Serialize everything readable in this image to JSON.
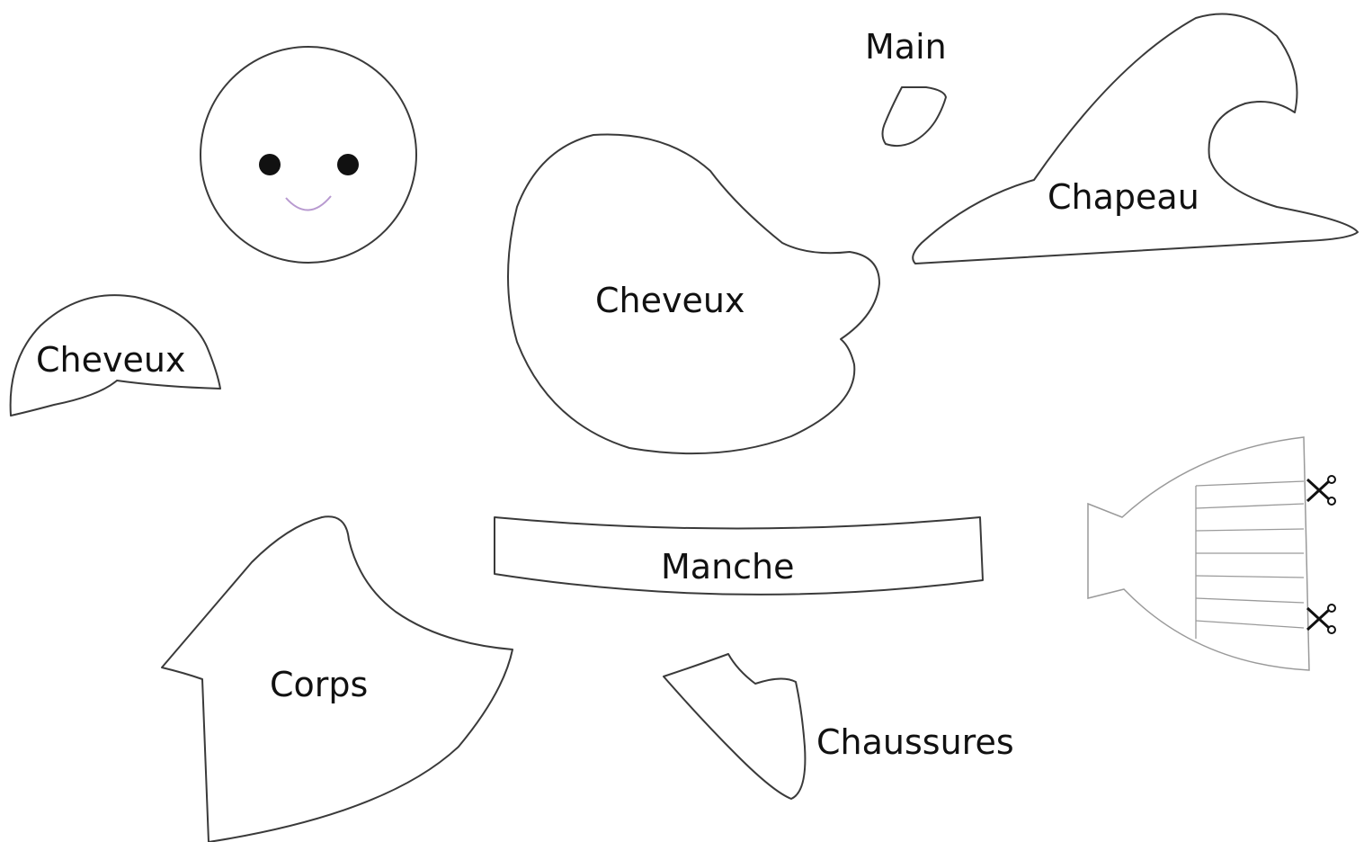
{
  "labels": {
    "main": "Main",
    "chapeau": "Chapeau",
    "cheveux_large": "Cheveux",
    "cheveux_small": "Cheveux",
    "manche": "Manche",
    "corps": "Corps",
    "chaussures": "Chaussures"
  },
  "colors": {
    "outline": "#3a3a3a",
    "smile": "#b89ad0",
    "text": "#111111"
  }
}
